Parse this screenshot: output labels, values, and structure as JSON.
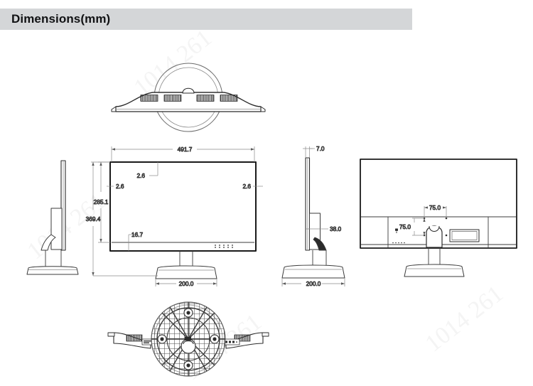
{
  "header": {
    "title": "Dimensions(mm)",
    "bar_color": "#d4d6d8",
    "text_color": "#111214"
  },
  "watermarks": [
    {
      "text": "1014 261"
    },
    {
      "text": "1014 261"
    },
    {
      "text": "1014 261"
    },
    {
      "text": "1014 261"
    }
  ],
  "drawing": {
    "line_color": "#3b3b3b",
    "outline_color": "#1a1a1a",
    "dimension_line_color": "#8a8a8a",
    "views": {
      "top": {
        "name": "top-view"
      },
      "left_side": {
        "name": "left-side-view"
      },
      "front": {
        "name": "front-view"
      },
      "right_side": {
        "name": "right-side-view"
      },
      "rear": {
        "name": "rear-view"
      },
      "bottom": {
        "name": "bottom-view"
      }
    }
  },
  "dimensions": {
    "front_width": "491.7",
    "front_bezel_top": "2.6",
    "front_bezel_left": "2.6",
    "front_bezel_right": "2.6",
    "screen_height": "285.1",
    "total_height": "369.4",
    "chin_height": "16.7",
    "base_width_front": "200.0",
    "panel_thickness": "7.0",
    "side_depth": "38.0",
    "base_width_side": "200.0",
    "vesa_horizontal": "75.0",
    "vesa_vertical": "75.0"
  },
  "chart_data": {
    "type": "table",
    "title": "Dimensions(mm)",
    "categories": [
      "front_width",
      "screen_height",
      "total_height",
      "chin_height",
      "bezel",
      "base_width",
      "panel_thickness",
      "side_depth",
      "vesa_horizontal",
      "vesa_vertical"
    ],
    "values": [
      491.7,
      285.1,
      369.4,
      16.7,
      2.6,
      200.0,
      7.0,
      38.0,
      75.0,
      75.0
    ],
    "xlabel": "",
    "ylabel": "mm"
  }
}
